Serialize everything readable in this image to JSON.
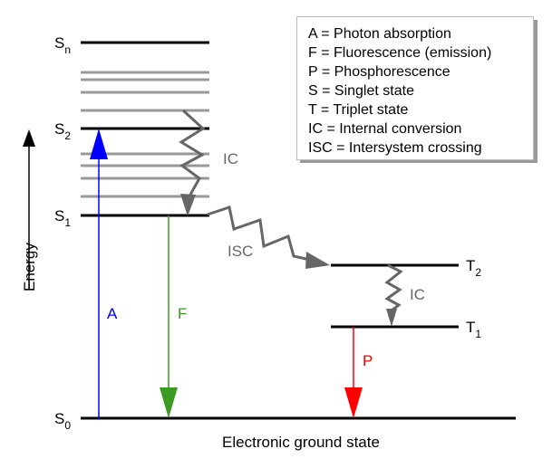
{
  "states": {
    "Sn": {
      "main": "S",
      "sub": "n"
    },
    "S2": {
      "main": "S",
      "sub": "2"
    },
    "S1": {
      "main": "S",
      "sub": "1"
    },
    "S0": {
      "main": "S",
      "sub": "0"
    },
    "T2": {
      "main": "T",
      "sub": "2"
    },
    "T1": {
      "main": "T",
      "sub": "1"
    }
  },
  "transitions": {
    "A": {
      "label": "A",
      "color": "#0000ff"
    },
    "F": {
      "label": "F",
      "color": "#3a9a22"
    },
    "P": {
      "label": "P",
      "color": "#ff0000"
    },
    "IC_singlet": {
      "label": "IC",
      "color": "#666666"
    },
    "ISC": {
      "label": "ISC",
      "color": "#666666"
    },
    "IC_triplet": {
      "label": "IC",
      "color": "#666666"
    }
  },
  "axis": {
    "label": "Energy"
  },
  "ground_label": "Electronic ground state",
  "legend": [
    "A = Photon absorption",
    "F = Fluorescence (emission)",
    "P = Phosphorescence",
    "S = Singlet state",
    "T = Triplet state",
    "IC = Internal conversion",
    "ISC = Intersystem crossing"
  ]
}
